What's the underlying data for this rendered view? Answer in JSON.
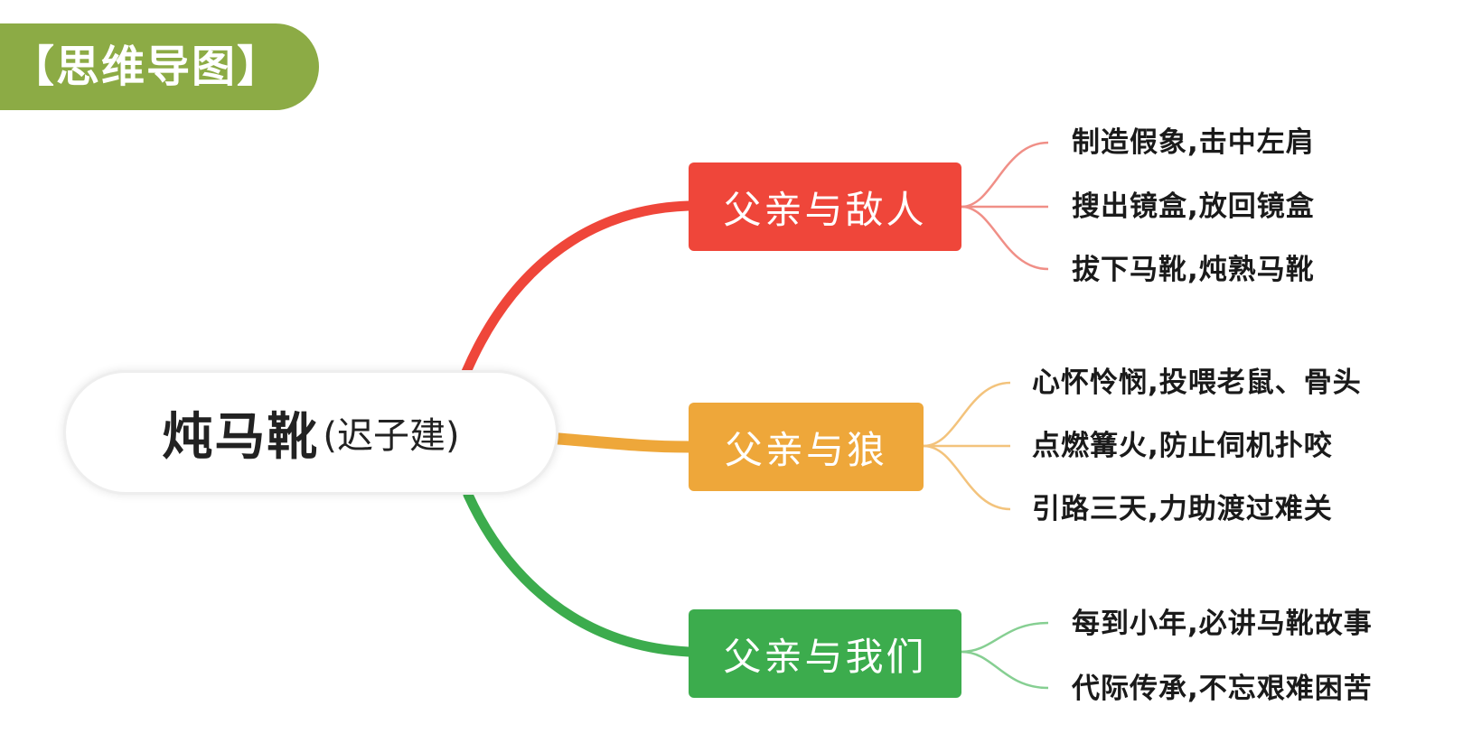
{
  "header": {
    "title": "【思维导图】",
    "color": "#8cab45"
  },
  "root": {
    "title": "炖马靴",
    "author": "(迟子建)"
  },
  "branches": [
    {
      "label": "父亲与敌人",
      "color": "#ef463a",
      "leaves": [
        "制造假象,击中左肩",
        "搜出镜盒,放回镜盒",
        "拔下马靴,炖熟马靴"
      ]
    },
    {
      "label": "父亲与狼",
      "color": "#eea73a",
      "leaves": [
        "心怀怜悯,投喂老鼠、骨头",
        "点燃篝火,防止伺机扑咬",
        "引路三天,力助渡过难关"
      ]
    },
    {
      "label": "父亲与我们",
      "color": "#3cac4d",
      "leaves": [
        "每到小年,必讲马靴故事",
        "代际传承,不忘艰难困苦"
      ]
    }
  ]
}
